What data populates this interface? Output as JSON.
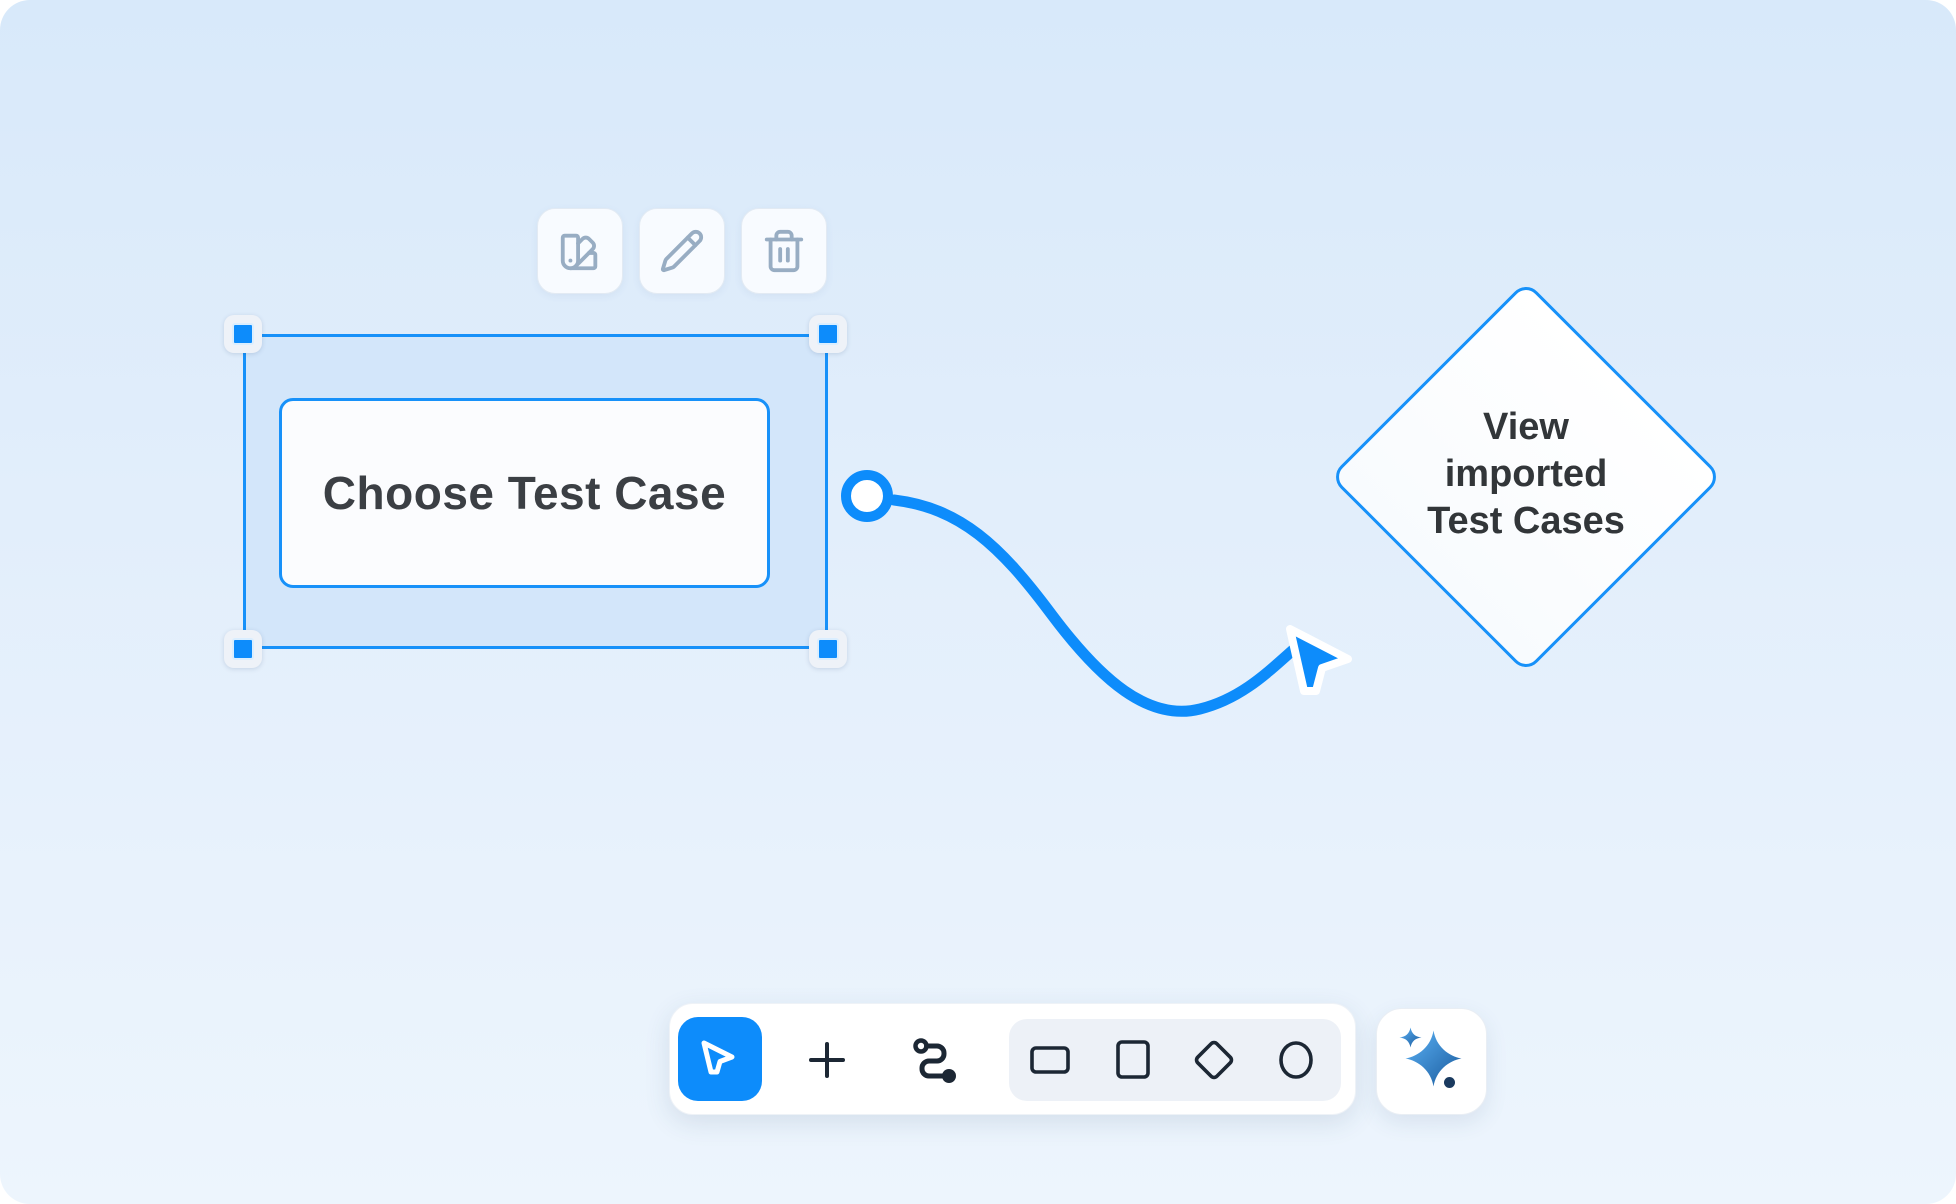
{
  "canvas": {
    "background_top": "#d8e9fa",
    "background_bottom": "#edf5fd",
    "accent_blue": "#0d8cfb",
    "shape_border_blue": "#1791f9",
    "selection_fill": "#d3e6fa"
  },
  "selection_toolbar": {
    "buttons": [
      {
        "id": "style",
        "icon": "swatches-icon"
      },
      {
        "id": "edit",
        "icon": "pencil-icon"
      },
      {
        "id": "delete",
        "icon": "trash-icon"
      }
    ],
    "icon_color": "#98adc3"
  },
  "diagram": {
    "rect_node": {
      "label": "Choose Test Case",
      "selected": true,
      "fill": "#fbfcfe",
      "text_color": "#3b3f44"
    },
    "diamond_node": {
      "label": "View imported Test Cases",
      "lines": [
        "View",
        "imported",
        "Test Cases"
      ],
      "fill": "#ffffff",
      "text_color": "#323639"
    },
    "connector": {
      "style": "curved",
      "color": "#0d8cfb",
      "start_cap": "circle-port",
      "end_cap": "cursor-arrowhead"
    }
  },
  "bottom_toolbar": {
    "tools": [
      {
        "id": "select",
        "icon": "cursor-icon",
        "active": true
      },
      {
        "id": "add",
        "icon": "plus-icon",
        "active": false
      },
      {
        "id": "connector",
        "icon": "connector-icon",
        "active": false
      }
    ],
    "shapes": [
      {
        "id": "rectangle",
        "icon": "rectangle-icon"
      },
      {
        "id": "square",
        "icon": "square-icon"
      },
      {
        "id": "diamond",
        "icon": "diamond-icon"
      },
      {
        "id": "ellipse",
        "icon": "ellipse-icon"
      }
    ],
    "ai_button": {
      "icon": "sparkle-icon"
    },
    "active_tool_color": "#0d8cfb",
    "icon_color": "#1c2734"
  }
}
